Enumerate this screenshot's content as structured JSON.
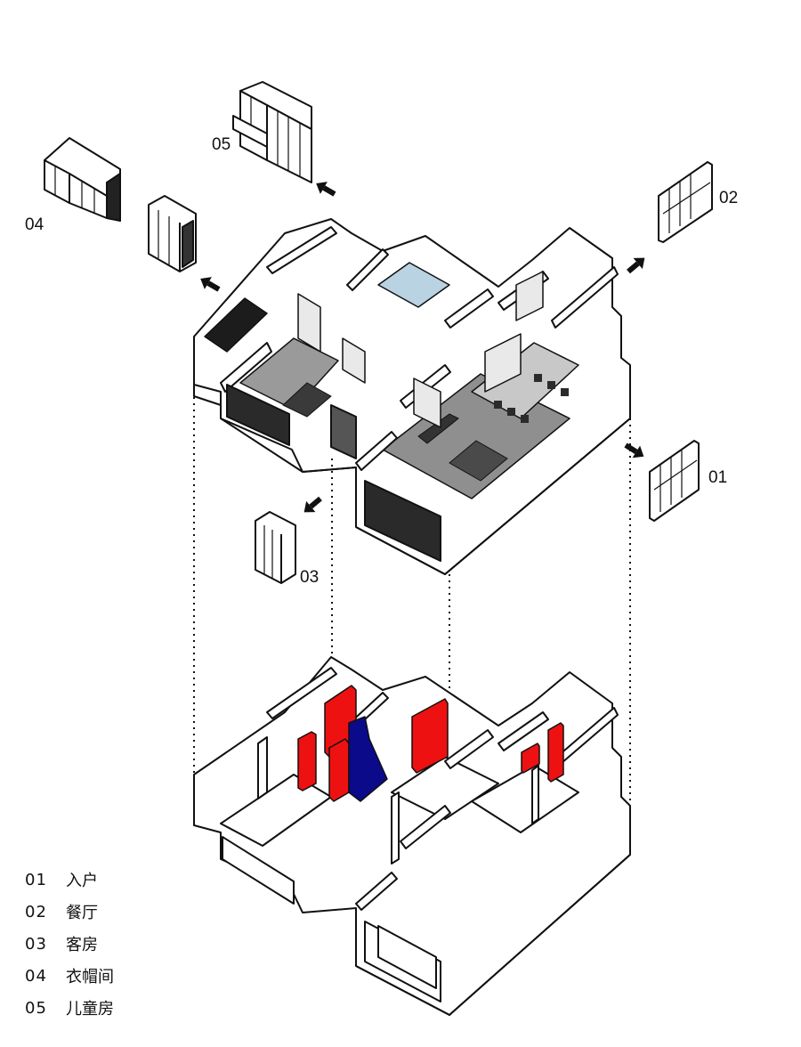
{
  "callouts": [
    {
      "id": "05",
      "text": "05"
    },
    {
      "id": "04",
      "text": "04"
    },
    {
      "id": "02",
      "text": "02"
    },
    {
      "id": "01",
      "text": "01"
    },
    {
      "id": "03",
      "text": "03"
    }
  ],
  "legend": [
    {
      "num": "01",
      "label": "入户"
    },
    {
      "num": "02",
      "label": "餐厅"
    },
    {
      "num": "03",
      "label": "客房"
    },
    {
      "num": "04",
      "label": "衣帽间"
    },
    {
      "num": "05",
      "label": "儿童房"
    }
  ],
  "colors": {
    "line": "#111111",
    "floor": "#8c8c8c",
    "cabinet": "#e9e9e9",
    "highlight_red": "#ee1111",
    "highlight_blue": "#0a0a8a",
    "glass": "#b9d3e3"
  }
}
